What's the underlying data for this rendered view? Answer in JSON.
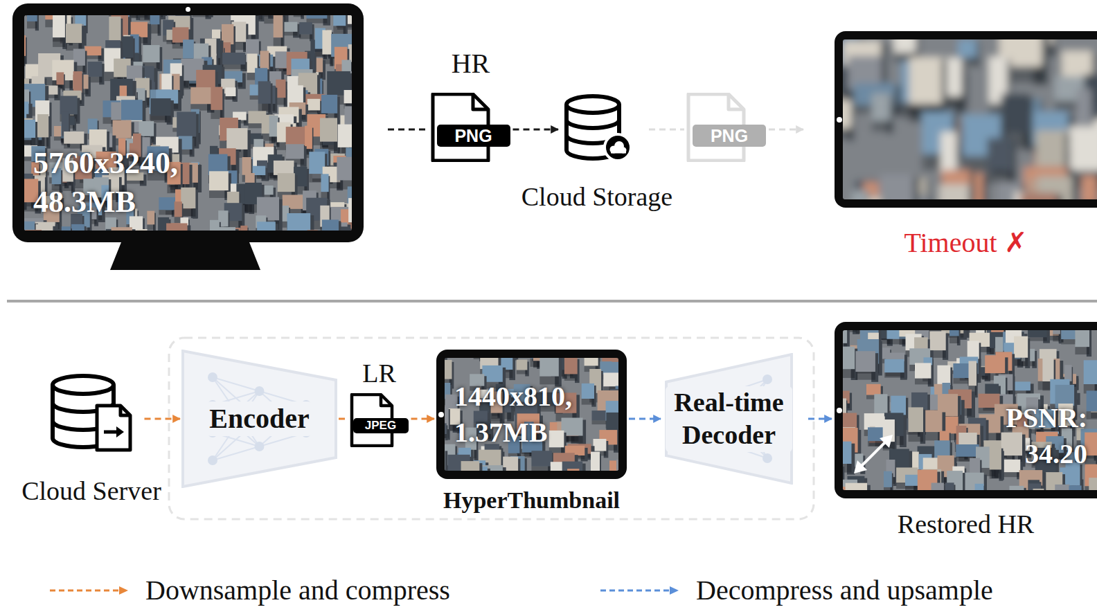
{
  "diagram": {
    "nodes": [
      {
        "text": [
          "5760x3240, 48.3MB"
        ]
      },
      {
        "text": [
          "HR",
          "PNG"
        ]
      },
      {
        "text": [
          "Cloud Storage"
        ]
      },
      {
        "text": [
          "PNG"
        ]
      },
      {
        "text": [
          "Timeout ✗"
        ]
      },
      {
        "text": [
          "Cloud Server"
        ]
      },
      {
        "text": [
          "Encoder"
        ]
      },
      {
        "text": [
          "LR",
          "JPEG"
        ]
      },
      {
        "text": [
          "1440x810, 1.37MB",
          "HyperThumbnail"
        ]
      },
      {
        "text": [
          "Real-time Decoder"
        ]
      },
      {
        "text": [
          "PSNR: 34.20",
          "Restored HR"
        ]
      }
    ],
    "edges": [
      {
        "from": 0,
        "to": 1,
        "arrow": "none"
      },
      {
        "from": 1,
        "to": 2,
        "arrow": "to"
      },
      {
        "from": 2,
        "to": 3,
        "arrow": "none"
      },
      {
        "from": 3,
        "to": 4,
        "arrow": "to"
      },
      {
        "from": 5,
        "to": 6,
        "arrow": "to"
      },
      {
        "from": 6,
        "to": 7,
        "arrow": "none"
      },
      {
        "from": 7,
        "to": 8,
        "arrow": "to"
      },
      {
        "from": 8,
        "to": 9,
        "arrow": "to"
      },
      {
        "from": 9,
        "to": 10,
        "arrow": "to"
      }
    ],
    "legend": [
      {
        "text": "Downsample and compress"
      },
      {
        "text": "Decompress and upsample"
      }
    ]
  }
}
